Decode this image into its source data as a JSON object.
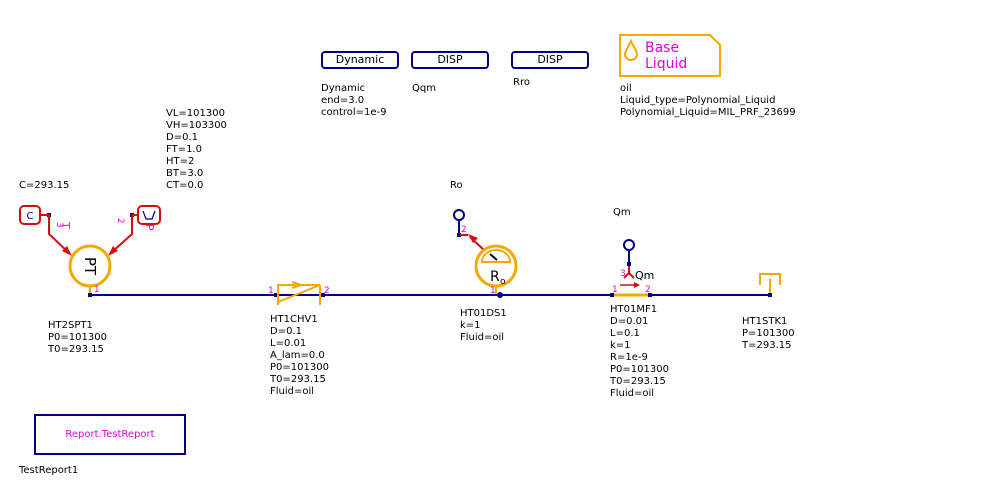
{
  "blocks": {
    "dynamic": {
      "label": "Dynamic",
      "params": "Dynamic\nend=3.0\ncontrol=1e-9"
    },
    "disp_qm": {
      "label": "DISP",
      "params": "Qqm"
    },
    "disp_ro": {
      "label": "DISP",
      "params": "Rro"
    },
    "liquid": {
      "title_line1": "Base",
      "title_line2": "Liquid",
      "params": "oil\nLiquid_type=Polynomial_Liquid\nPolynomial_Liquid=MIL_PRF_23699"
    }
  },
  "components": {
    "spt": {
      "name": "HT2SPT1",
      "params": "HT2SPT1\nP0=101300\nT0=293.15",
      "symbol": "PT",
      "curve_params": "VL=101300\nVH=103300\nD=0.1\nFT=1.0\nHT=2\nBT=3.0\nCT=0.0",
      "const_params": "C=293.15",
      "const_symbol": "C",
      "pin_T": "T",
      "pin_P": "P"
    },
    "chv": {
      "params": "HT1CHV1\nD=0.1\nL=0.01\nA_lam=0.0\nP0=101300\nT0=293.15\nFluid=oil"
    },
    "ds": {
      "params": "HT01DS1\nk=1\nFluid=oil",
      "sensor_label": "Ro",
      "symbol": "R",
      "symbol_sub": "o"
    },
    "mf": {
      "params": "HT01MF1\nD=0.01\nL=0.1\nk=1\nR=1e-9\nP0=101300\nT0=293.15\nFluid=oil",
      "sensor_label": "Qm",
      "port_label": "Qm"
    },
    "stk": {
      "params": "HT1STK1\nP=101300\nT=293.15"
    }
  },
  "report": {
    "label": "Report.TestReport",
    "name": "TestReport1"
  },
  "pins": {
    "p1": "1",
    "p2": "2",
    "p3": "3"
  },
  "colors": {
    "wire": "#000080",
    "component": "#f5a800",
    "signal": "#e01010",
    "pin": "#e000e0"
  }
}
